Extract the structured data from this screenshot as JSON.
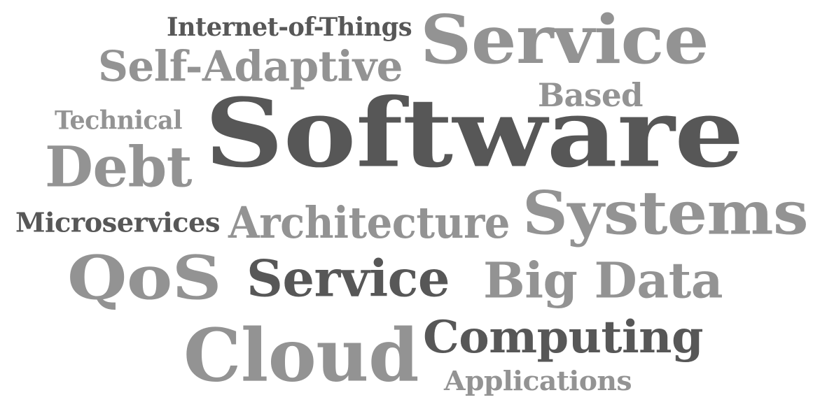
{
  "colors": {
    "background": "#ffffff",
    "dark": "#575757",
    "light": "#939393"
  },
  "words": {
    "internet_of_things": "Internet-of-Things",
    "service_large": "Service",
    "self_adaptive": "Self-Adaptive",
    "based": "Based",
    "technical": "Technical",
    "software": "Software",
    "debt": "Debt",
    "microservices": "Microservices",
    "architecture": "Architecture",
    "systems": "Systems",
    "qos": "QoS",
    "service_small": "Service",
    "big_data": "Big Data",
    "cloud": "Cloud",
    "computing": "Computing",
    "applications": "Applications"
  }
}
